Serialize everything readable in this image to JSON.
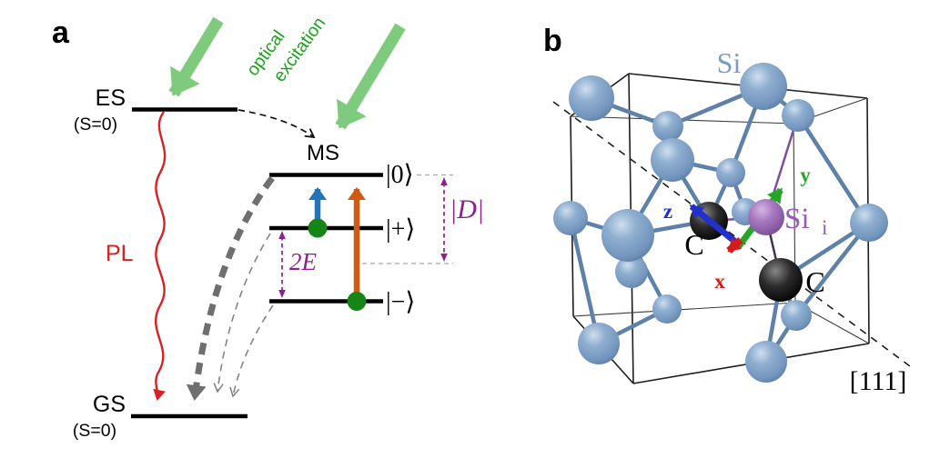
{
  "panels": {
    "a_label": "a",
    "b_label": "b"
  },
  "panel_a": {
    "excited_state_label": "ES",
    "excited_state_spin": "(S=0)",
    "ground_state_label": "GS",
    "ground_state_spin": "(S=0)",
    "metastable_label": "MS",
    "pl_label": "PL",
    "excitation_word1": "optical",
    "excitation_word2": "excitation",
    "ket_zero": "|0⟩",
    "ket_plus": "|+⟩",
    "ket_minus": "|−⟩",
    "d_splitting_label": "|D|",
    "e_splitting_label": "2E"
  },
  "panel_b": {
    "si_lattice_label": "Si",
    "si_interstitial_label": "Si",
    "si_interstitial_subscript": "i",
    "carbon_left_label": "C",
    "carbon_right_label": "C",
    "axis_x_label": "x",
    "axis_y_label": "y",
    "axis_z_label": "z",
    "direction_label": "[111]"
  },
  "colors": {
    "excitation_arrow_green": "#7ecb7e",
    "excitation_text_green": "#1aa31a",
    "pl_red": "#d62222",
    "spin_pump_blue": "#2273b8",
    "spin_pump_orange": "#d05a14",
    "population_dot_green": "#158515",
    "splitting_purple": "#8e1f8e",
    "decay_gray": "#6f6f6f",
    "si_atom_blue": "#7ea0c8",
    "si_label_blue": "#7b9cc4",
    "carbon_black": "#000000",
    "interstitial_purple": "#9c67ba",
    "interstitial_label_purple": "#9a5ab8",
    "axis_x_red": "#d41c1c",
    "axis_y_green": "#27a527",
    "axis_z_blue": "#2430cc"
  }
}
